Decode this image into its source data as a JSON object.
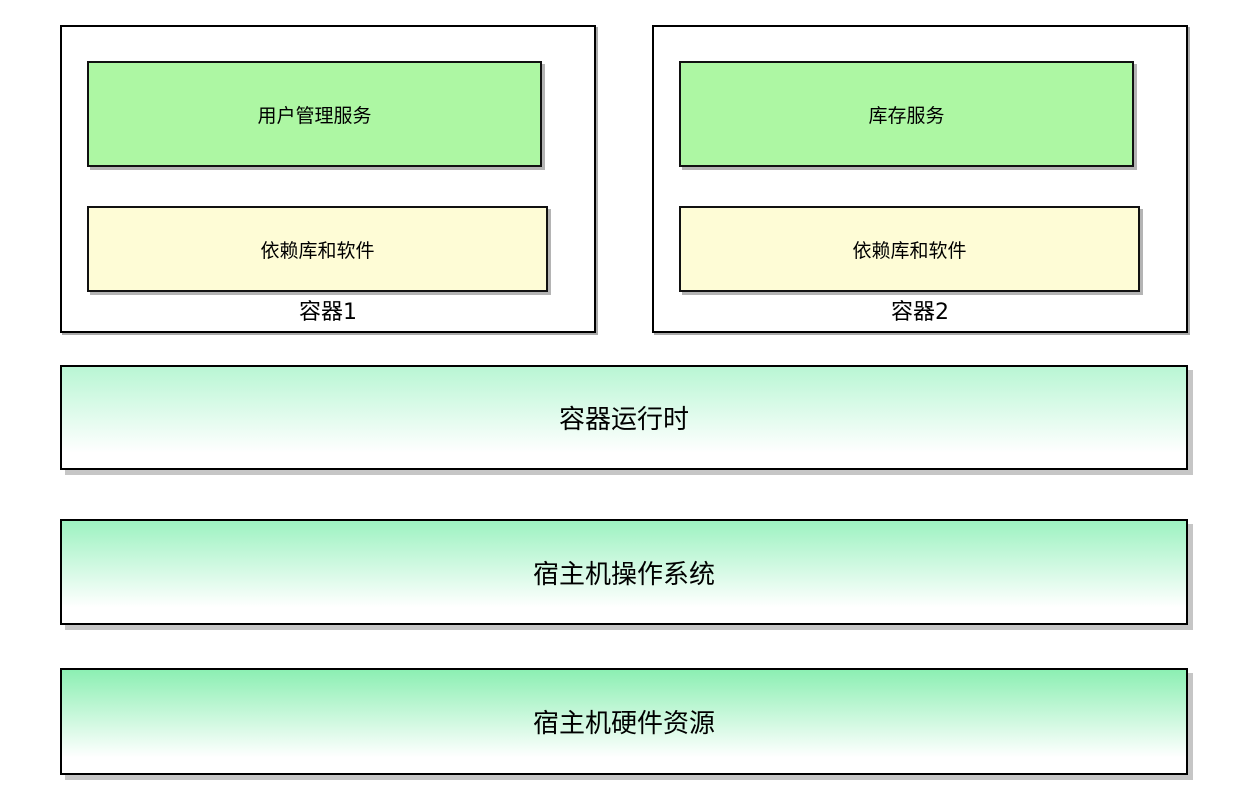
{
  "diagram": {
    "containers": [
      {
        "label": "容器1",
        "service": "用户管理服务",
        "deps": "依赖库和软件"
      },
      {
        "label": "容器2",
        "service": "库存服务",
        "deps": "依赖库和软件"
      }
    ],
    "layers": [
      {
        "label": "容器运行时"
      },
      {
        "label": "宿主机操作系统"
      },
      {
        "label": "宿主机硬件资源"
      }
    ],
    "colors": {
      "service_fill": "#adf7a3",
      "deps_fill": "#fefcd6",
      "layer_runtime_top": "#b9f6d4",
      "layer_os_top": "#9df2c1",
      "layer_hw_top": "#8cefb3",
      "border": "#000000",
      "shadow": "#b4b4b4",
      "background": "#ffffff"
    }
  }
}
